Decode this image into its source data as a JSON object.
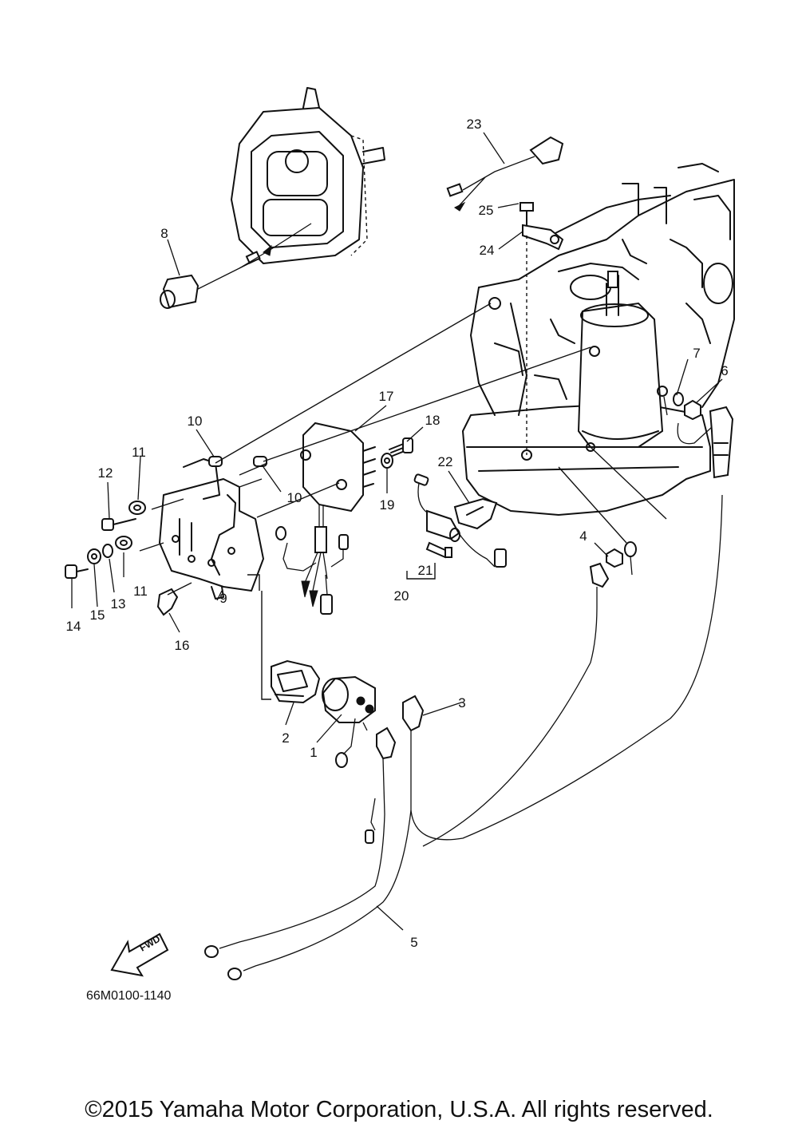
{
  "diagram_code": "66M0100-1140",
  "copyright": "©2015 Yamaha Motor Corporation, U.S.A. All rights reserved.",
  "arrow_label": "FWD",
  "callouts": [
    "1",
    "2",
    "3",
    "4",
    "5",
    "6",
    "7",
    "8",
    "9",
    "10",
    "10",
    "11",
    "11",
    "12",
    "13",
    "14",
    "15",
    "16",
    "17",
    "18",
    "19",
    "20",
    "21",
    "22",
    "23",
    "24",
    "25"
  ]
}
